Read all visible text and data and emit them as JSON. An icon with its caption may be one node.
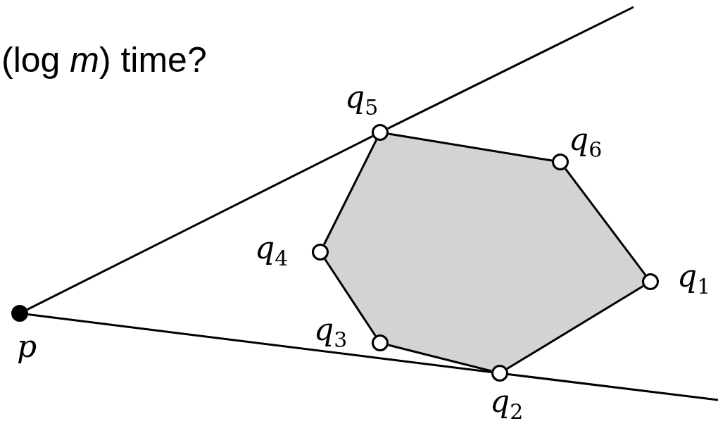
{
  "diagram": {
    "nodes": [
      {
        "text": [],
        "shape": "dot",
        "beside": [
          "*p*"
        ]
      },
      {
        "text": [],
        "shape": "circle",
        "beside": [
          "*q*$_{1}$"
        ]
      },
      {
        "text": [],
        "shape": "circle",
        "beside": [
          "*q*$_{2}$"
        ]
      },
      {
        "text": [],
        "shape": "circle",
        "beside": [
          "*q*$_{3}$"
        ]
      },
      {
        "text": [],
        "shape": "circle",
        "beside": [
          "*q*$_{4}$"
        ]
      },
      {
        "text": [],
        "shape": "circle",
        "beside": [
          "*q*$_{5}$"
        ]
      },
      {
        "text": [],
        "shape": "circle",
        "beside": [
          "*q*$_{6}$"
        ]
      }
    ],
    "edges": [
      {
        "from": 0,
        "to": 5,
        "arrow": "none"
      },
      {
        "from": 5,
        "to": null,
        "arrow": "none"
      },
      {
        "from": 0,
        "to": 2,
        "arrow": "none"
      },
      {
        "from": 2,
        "to": null,
        "arrow": "none"
      },
      {
        "from": 5,
        "to": 6,
        "arrow": "none"
      },
      {
        "from": 6,
        "to": 1,
        "arrow": "none"
      },
      {
        "from": 1,
        "to": 2,
        "arrow": "none"
      },
      {
        "from": 2,
        "to": 3,
        "arrow": "none"
      },
      {
        "from": 3,
        "to": 4,
        "arrow": "none"
      },
      {
        "from": 4,
        "to": 5,
        "arrow": "none"
      }
    ],
    "labels": [
      "(log *m*) time?"
    ]
  }
}
